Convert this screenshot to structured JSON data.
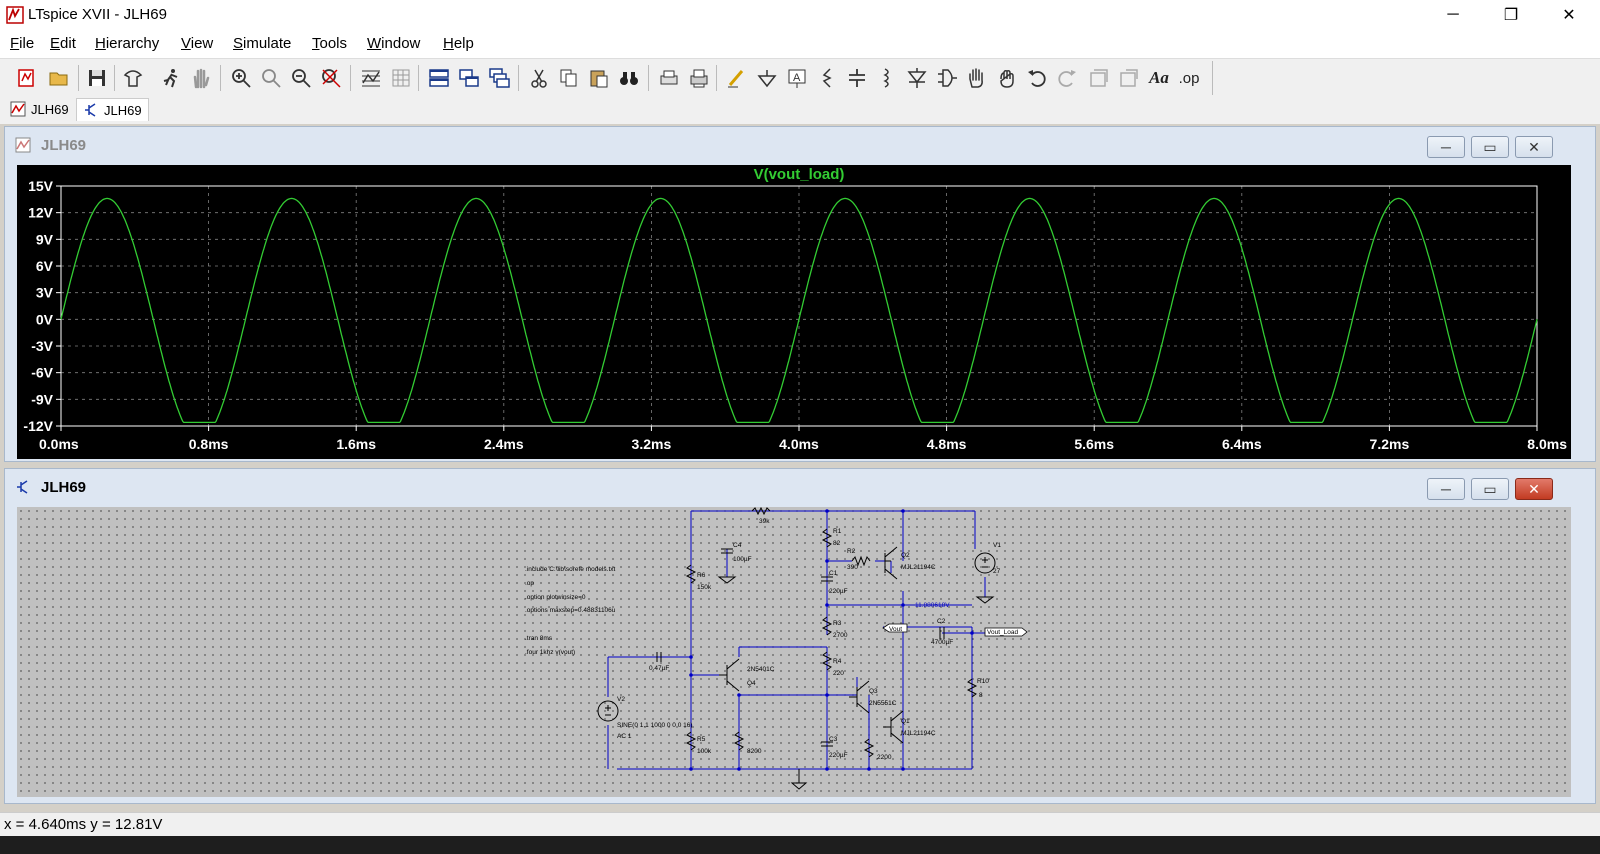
{
  "window": {
    "title": "LTspice XVII - JLH69",
    "controls": [
      "─",
      "❐",
      "✕"
    ]
  },
  "menu": {
    "items": [
      {
        "key": "F",
        "rest": "ile"
      },
      {
        "key": "E",
        "rest": "dit"
      },
      {
        "key": "H",
        "rest": "ierarchy"
      },
      {
        "key": "V",
        "rest": "iew"
      },
      {
        "key": "S",
        "rest": "imulate"
      },
      {
        "key": "T",
        "rest": "ools"
      },
      {
        "key": "W",
        "rest": "indow"
      },
      {
        "key": "H",
        "rest": "elp"
      }
    ]
  },
  "toolbar": {
    "icons": [
      "new-schematic-icon",
      "open-icon",
      "save-icon",
      "control-panel-icon",
      "run-icon",
      "halt-icon",
      "zoom-in-icon",
      "zoom-area-icon",
      "zoom-out-icon",
      "zoom-fit-icon",
      "autorange-icon",
      "grid-icon",
      "tile-horizontal-icon",
      "tile-vertical-icon",
      "cascade-icon",
      "cut-icon",
      "copy-icon",
      "paste-icon",
      "find-icon",
      "print-setup-icon",
      "print-icon",
      "draw-wire-icon",
      "ground-icon",
      "net-label-icon",
      "resistor-icon",
      "capacitor-icon",
      "inductor-icon",
      "diode-icon",
      "component-icon",
      "move-icon",
      "drag-icon",
      "undo-icon",
      "redo-icon",
      "rotate-icon",
      "mirror-icon",
      "text-icon",
      "spice-directive-icon"
    ],
    "directive_label": ".op",
    "text_label": "Aa"
  },
  "tabs": [
    {
      "label": "JLH69",
      "kind": "waveform"
    },
    {
      "label": "JLH69",
      "kind": "schematic"
    }
  ],
  "plot_window": {
    "title": "JLH69",
    "trace_label": "V(vout_load)",
    "trace_color": "#33cc33",
    "chart_data": {
      "type": "line",
      "title": "V(vout_load)",
      "xlabel": "",
      "ylabel": "",
      "x_ticks": [
        "0.0ms",
        "0.8ms",
        "1.6ms",
        "2.4ms",
        "3.2ms",
        "4.0ms",
        "4.8ms",
        "5.6ms",
        "6.4ms",
        "7.2ms",
        "8.0ms"
      ],
      "y_ticks": [
        "15V",
        "12V",
        "9V",
        "6V",
        "3V",
        "0V",
        "-3V",
        "-6V",
        "-9V",
        "-12V"
      ],
      "xlim_ms": [
        0,
        8
      ],
      "ylim_V": [
        -12,
        15
      ],
      "grid": true,
      "series": [
        {
          "name": "V(vout_load)",
          "frequency_khz": 1,
          "peak_V": 13.6,
          "clip_low_V": -11.6,
          "offset_V": 0
        }
      ]
    }
  },
  "schematic_window": {
    "title": "JLH69",
    "directives": [
      ".include C:\\lib\\sorefe models.txt",
      ".op",
      ".option plotwinsize=0",
      ".options maxstep=0.48831106u",
      ".tran 8ms",
      ".four 1khz v(vout)"
    ],
    "labels": {
      "r_top": "39k",
      "c4": "C4",
      "c4_val": "100µF",
      "r6": "R6",
      "r6_val": "150k",
      "r1": "R1",
      "r1_val": "82",
      "r2": "R2",
      "r2_val": "390",
      "c1": "C1",
      "c1_val": "220µF",
      "q2": "Q2",
      "q2_part": "MJL21194C",
      "v1": "V1",
      "v1_val": "27",
      "node_voltage": "11.880618V",
      "r3": "R3",
      "r3_val": "2700",
      "vout": "Vout",
      "c2": "C2",
      "c2_val": "4700µF",
      "vout_load": "Vout_Load",
      "c_in_val": "0.47µF",
      "q4_part": "2N5401C",
      "q4": "Q4",
      "r4": "R4",
      "r4_val": "220",
      "q3": "Q3",
      "q3_part": "2N5551C",
      "r10": "R10",
      "r10_val": "8",
      "v2": "V2",
      "v2_val": "SINE(0 1.1 1000 0 0 0 16)",
      "v2_ac": "AC 1",
      "q1": "Q1",
      "q1_part": "MJL21194C",
      "r5": "R5",
      "r5_val": "100k",
      "r_8200a": "8200",
      "c3": "C3",
      "c3_val": "220µF",
      "r_2200": "2200"
    }
  },
  "status": {
    "text": "x = 4.640ms    y = 12.81V"
  }
}
